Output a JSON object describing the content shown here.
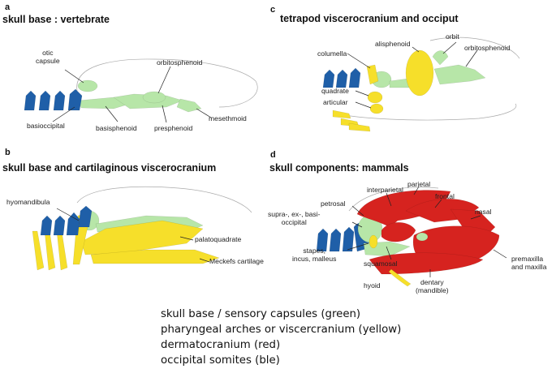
{
  "colors": {
    "green": "#b7e6a8",
    "yellow": "#f6df2a",
    "red": "#d6231f",
    "blue": "#1f5fa8"
  },
  "panels": {
    "a": {
      "letter": "a",
      "title": "skull base : vertebrate",
      "labels": {
        "otic": "otic\ncapsule",
        "orbitosphenoid": "orbitosphenoid",
        "basioccipital": "basioccipital",
        "basisphenoid": "basisphenoid",
        "presphenoid": "presphenoid",
        "mesethmoid": "mesethmoid"
      }
    },
    "b": {
      "letter": "b",
      "title": "skull base and cartilaginous viscerocranium",
      "labels": {
        "hyomandibula": "hyomandibula",
        "palatoquadrate": "palatoquadrate",
        "meckels": "Meckefs cartilage"
      }
    },
    "c": {
      "letter": "c",
      "title": "tetrapod viscerocranium and occiput",
      "labels": {
        "orbit": "orbit",
        "alisphenoid": "alisphenoid",
        "orbitosphenoid": "orbitosphenoid",
        "columella": "columella",
        "quadrate": "quadrate",
        "articular": "articular"
      }
    },
    "d": {
      "letter": "d",
      "title": "skull components: mammals",
      "labels": {
        "parietal": "parietal",
        "interparietal": "interparietal",
        "frontal": "frontal",
        "petrosal": "petrosal",
        "supra": "supra-, ex-, basi-\noccipital",
        "nasal": "nasal",
        "stapes": "stapes,\nincus, malleus",
        "premaxilla": "premaxilla\nand maxilla",
        "squamosal": "squamosal",
        "hyoid": "hyoid",
        "dentary": "dentary\n(mandible)"
      }
    }
  },
  "legend": [
    "skull base / sensory capsules (green)",
    "pharyngeal arches or viscercranium (yellow)",
    "dermatocranium (red)",
    "occipital somites (ble)"
  ]
}
